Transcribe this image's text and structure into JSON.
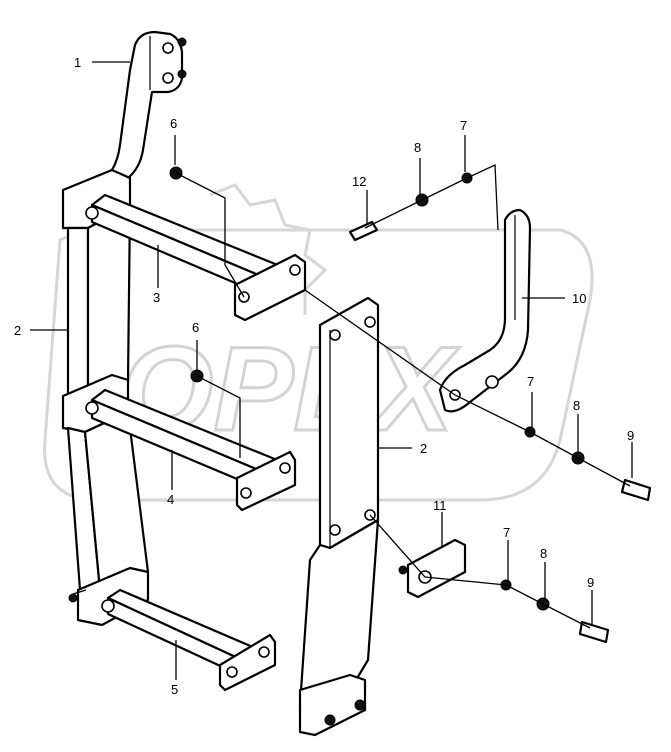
{
  "watermark": {
    "text": "OPEX"
  },
  "callouts": {
    "c1": "1",
    "c2a": "2",
    "c2b": "2",
    "c3": "3",
    "c4": "4",
    "c5": "5",
    "c6a": "6",
    "c6b": "6",
    "c7a": "7",
    "c7b": "7",
    "c7c": "7",
    "c8a": "8",
    "c8b": "8",
    "c8c": "8",
    "c9a": "9",
    "c9b": "9",
    "c10": "10",
    "c11": "11",
    "c12": "12"
  }
}
